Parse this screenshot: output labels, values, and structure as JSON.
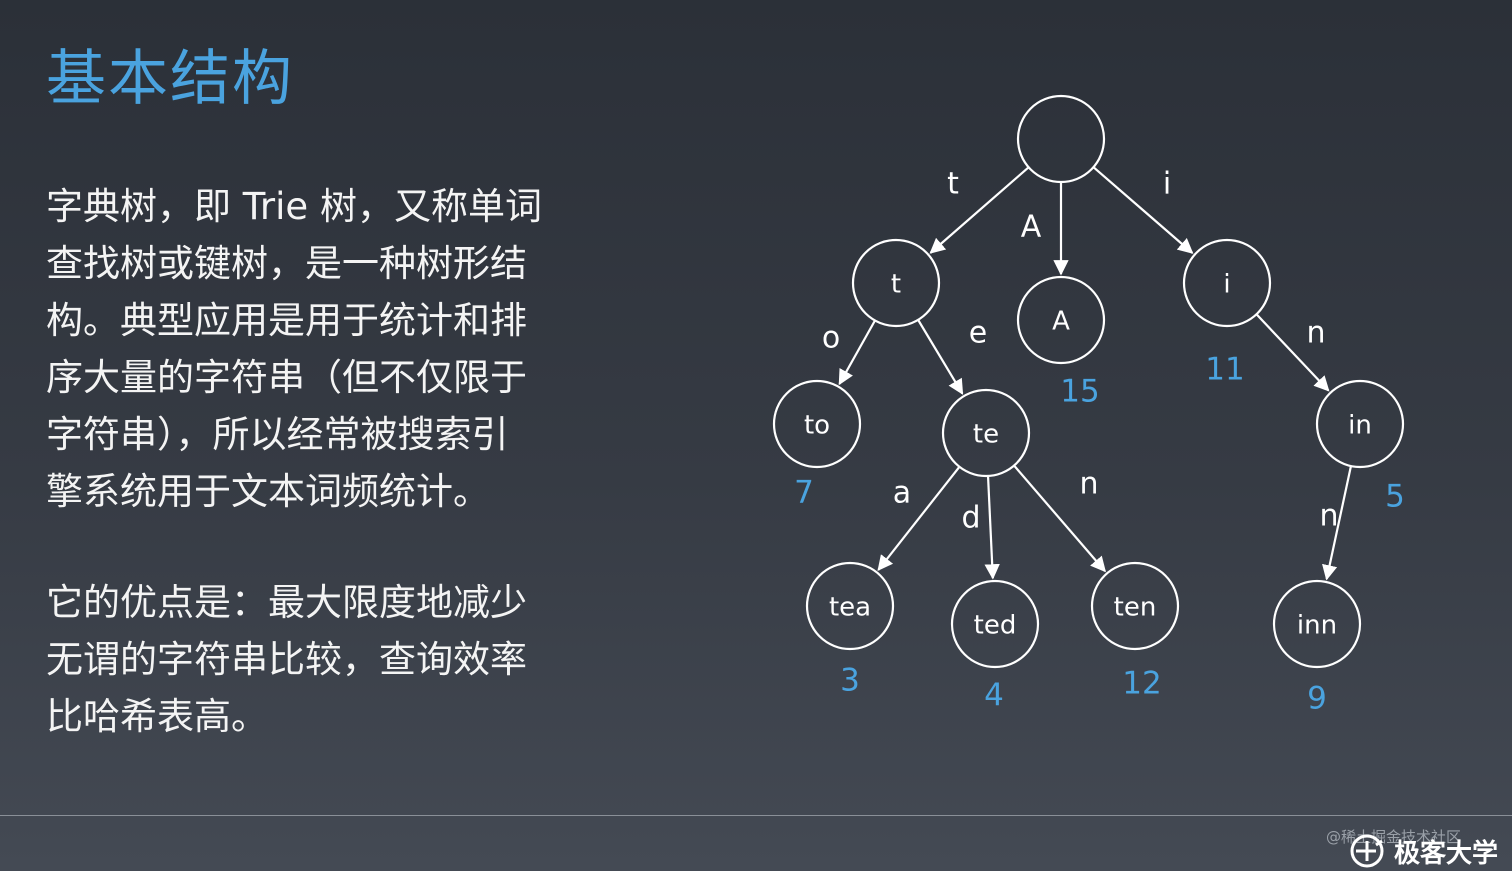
{
  "slide": {
    "title": "基本结构",
    "paragraph1": [
      "字典树，即 Trie 树，又称单词",
      "查找树或键树，是一种树形结",
      "构。典型应用是用于统计和排",
      "序大量的字符串（但不仅限于",
      "字符串），所以经常被搜索引",
      "擎系统用于文本词频统计。"
    ],
    "paragraph2": [
      "它的优点是：最大限度地减少",
      "无谓的字符串比较，查询效率",
      "比哈希表高。"
    ]
  },
  "tree": {
    "nodes": [
      {
        "id": "root",
        "label": "",
        "value": ""
      },
      {
        "id": "t",
        "label": "t",
        "value": ""
      },
      {
        "id": "A",
        "label": "A",
        "value": "15"
      },
      {
        "id": "i",
        "label": "i",
        "value": "11"
      },
      {
        "id": "to",
        "label": "to",
        "value": "7"
      },
      {
        "id": "te",
        "label": "te",
        "value": ""
      },
      {
        "id": "in",
        "label": "in",
        "value": "5"
      },
      {
        "id": "tea",
        "label": "tea",
        "value": "3"
      },
      {
        "id": "ted",
        "label": "ted",
        "value": "4"
      },
      {
        "id": "ten",
        "label": "ten",
        "value": "12"
      },
      {
        "id": "inn",
        "label": "inn",
        "value": "9"
      }
    ],
    "edges": [
      {
        "from": "root",
        "to": "t",
        "label": "t"
      },
      {
        "from": "root",
        "to": "A",
        "label": "A"
      },
      {
        "from": "root",
        "to": "i",
        "label": "i"
      },
      {
        "from": "t",
        "to": "to",
        "label": "o"
      },
      {
        "from": "t",
        "to": "te",
        "label": "e"
      },
      {
        "from": "i",
        "to": "in",
        "label": "n"
      },
      {
        "from": "te",
        "to": "tea",
        "label": "a"
      },
      {
        "from": "te",
        "to": "ted",
        "label": "d"
      },
      {
        "from": "te",
        "to": "ten",
        "label": "n"
      },
      {
        "from": "in",
        "to": "inn",
        "label": "n"
      }
    ],
    "colors": {
      "node_stroke": "#ffffff",
      "value_text": "#4aa3df",
      "edge": "#ffffff"
    }
  },
  "footer": {
    "watermark": "@稀土掘金技术社区",
    "brand": "极客大学",
    "brand_icon": "geek-logo-icon"
  }
}
